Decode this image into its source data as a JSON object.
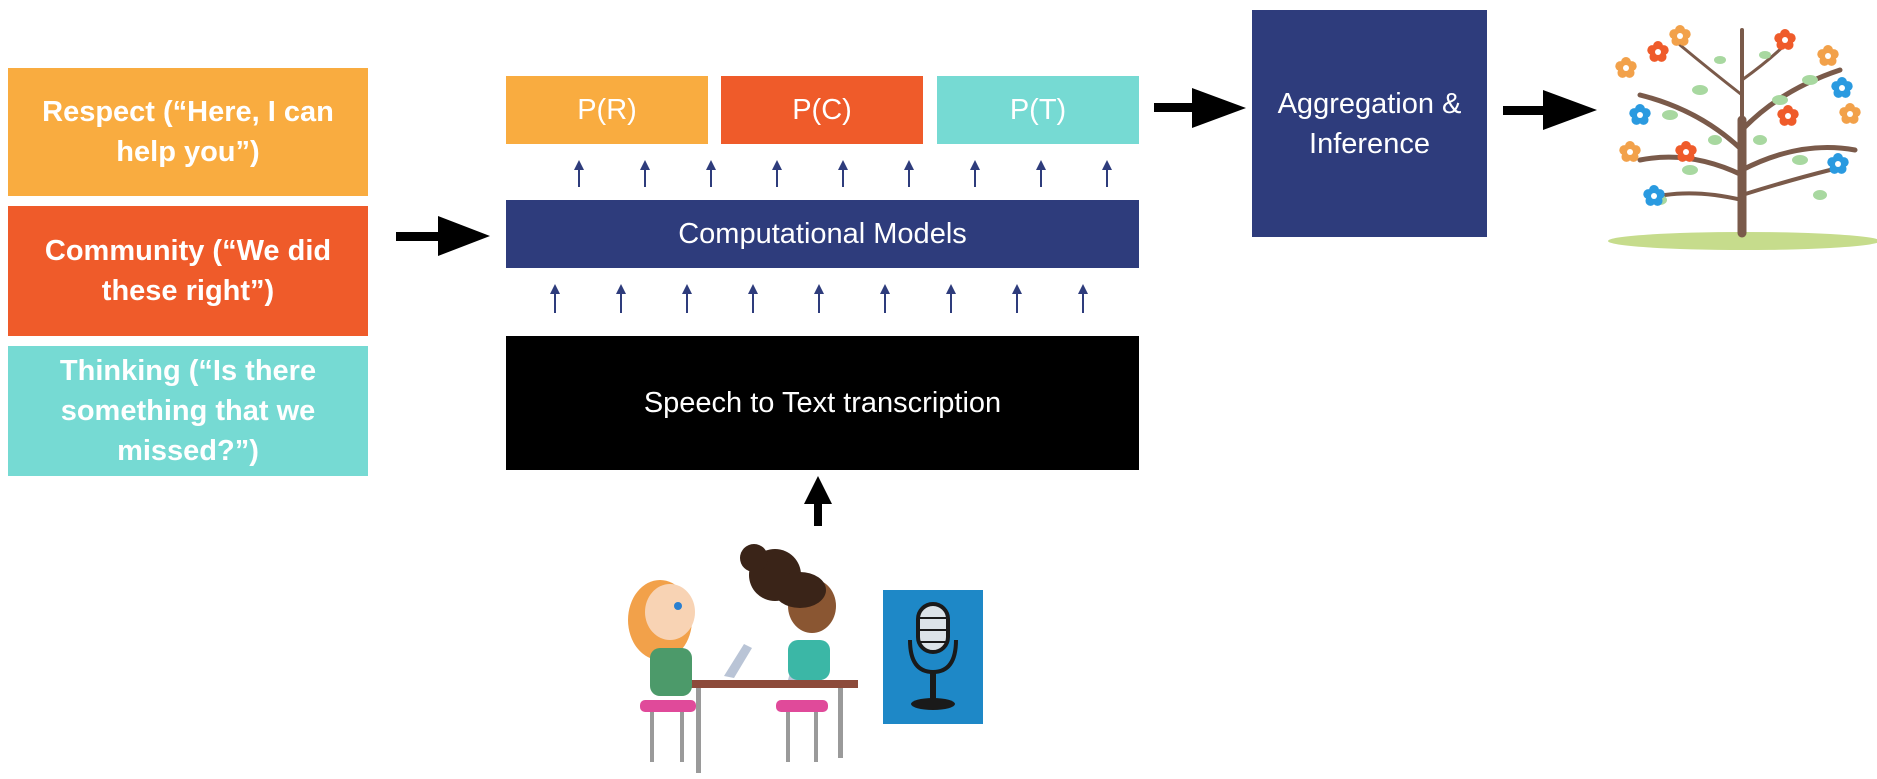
{
  "categories": {
    "respect": {
      "label": "Respect (“Here, I can help you”)",
      "color": "#F9AC40"
    },
    "community": {
      "label": "Community (“We did these right”)",
      "color": "#EF5B2A"
    },
    "thinking": {
      "label": "Thinking (“Is there something that we missed?”)",
      "color": "#76DAD3"
    }
  },
  "probabilities": [
    {
      "label": "P(R)",
      "color": "#F9AC40"
    },
    {
      "label": "P(C)",
      "color": "#EF5B2A"
    },
    {
      "label": "P(T)",
      "color": "#76DAD3"
    }
  ],
  "models": {
    "label": "Computational Models",
    "color": "#2E3C7C"
  },
  "transcription": {
    "label": "Speech to Text transcription",
    "color": "#000000"
  },
  "aggregation": {
    "label": "Aggregation & Inference",
    "color": "#2E3C7C"
  },
  "icons": {
    "microphone": "microphone-icon",
    "children": "children-at-laptops-illustration",
    "tree": "flowering-tree-illustration"
  },
  "colors": {
    "arrow": "#000000",
    "small_arrow": "#2E3C7C",
    "mic_background": "#1E88C7"
  }
}
